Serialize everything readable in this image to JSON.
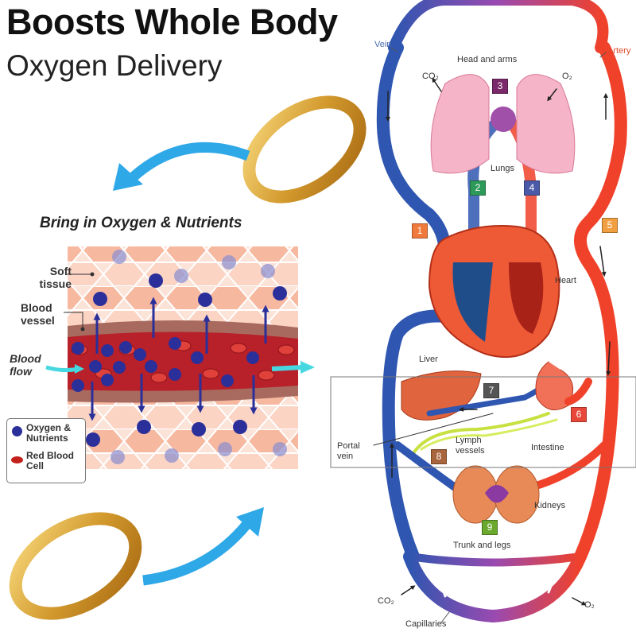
{
  "header": {
    "title": "Boosts Whole Body",
    "subtitle": "Oxygen Delivery"
  },
  "vessel_diagram": {
    "title": "Bring in Oxygen & Nutrients",
    "labels": {
      "soft_tissue": "Soft tissue",
      "blood_vessel": "Blood vessel",
      "blood_flow": "Blood flow"
    },
    "legend": [
      {
        "label": "Oxygen & Nutrients",
        "color": "#2a2f9a"
      },
      {
        "label": "Red Blood Cell",
        "color": "#c4211d"
      }
    ]
  },
  "circulation_diagram": {
    "labels": {
      "vein": "Vein",
      "artery": "Artery",
      "head_and_arms": "Head and arms",
      "co2_top": "CO₂",
      "o2_top": "O₂",
      "lungs": "Lungs",
      "heart": "Heart",
      "liver": "Liver",
      "portal_vein": "Portal vein",
      "lymph_vessels": "Lymph vessels",
      "intestine": "Intestine",
      "kidneys": "Kidneys",
      "trunk_and_legs": "Trunk and legs",
      "co2_bottom": "CO₂",
      "o2_bottom": "O₂",
      "capillaries": "Capillaries"
    },
    "numbered_markers": [
      {
        "number": "1",
        "color": "#f07a3c"
      },
      {
        "number": "2",
        "color": "#2e9a5a"
      },
      {
        "number": "3",
        "color": "#7a2a6a"
      },
      {
        "number": "4",
        "color": "#4a5aa8"
      },
      {
        "number": "5",
        "color": "#f0a040"
      },
      {
        "number": "6",
        "color": "#e8483a"
      },
      {
        "number": "7",
        "color": "#555555"
      },
      {
        "number": "8",
        "color": "#a8643c"
      },
      {
        "number": "9",
        "color": "#6aa82e"
      }
    ]
  },
  "colors": {
    "vein": "#2f56b0",
    "artery": "#f0412a",
    "arrow": "#2fa8e8",
    "ring_gold": "#d9a43a"
  }
}
